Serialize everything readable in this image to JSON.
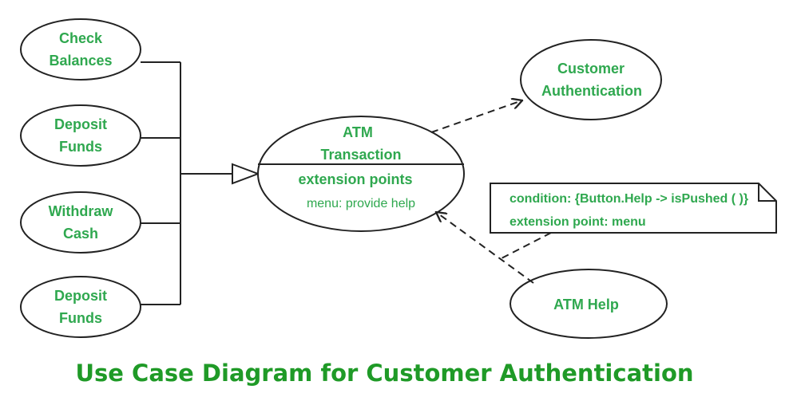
{
  "colors": {
    "text_green": "#2fa84f",
    "caption_green": "#1f9a27",
    "line": "#222222"
  },
  "use_cases": {
    "check_balances": [
      "Check",
      "Balances"
    ],
    "deposit_funds_1": [
      "Deposit",
      "Funds"
    ],
    "withdraw_cash": [
      "Withdraw",
      "Cash"
    ],
    "deposit_funds_2": [
      "Deposit",
      "Funds"
    ],
    "customer_authentication": [
      "Customer",
      "Authentication"
    ],
    "atm_help": "ATM Help"
  },
  "atm_transaction": {
    "name_line1": "ATM",
    "name_line2": "Transaction",
    "extension_points_title": "extension points",
    "extension_point": "menu: provide help"
  },
  "note": {
    "line1": "condition: {Button.Help -> isPushed ( )}",
    "line2": "extension point: menu"
  },
  "caption": "Use Case Diagram for Customer Authentication"
}
